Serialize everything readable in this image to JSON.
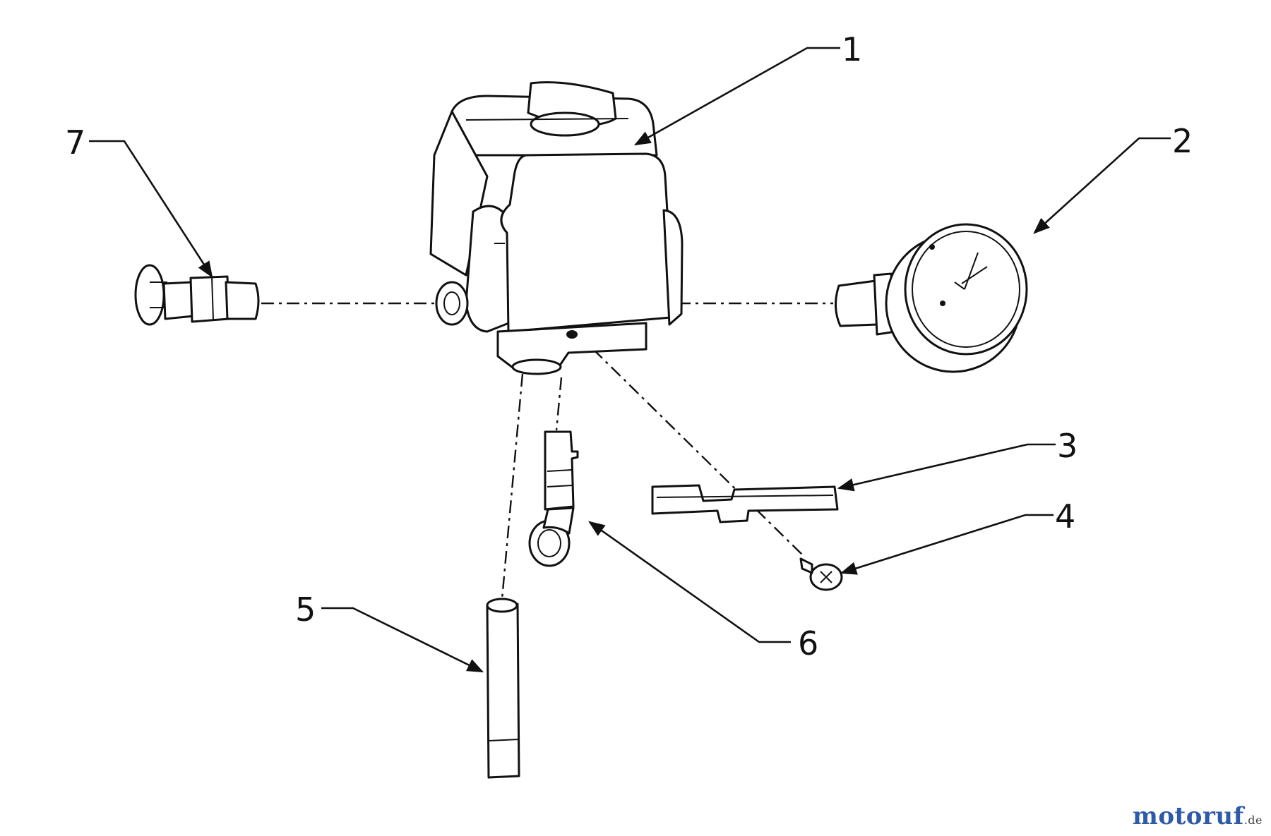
{
  "callouts": [
    "1",
    "2",
    "3",
    "4",
    "5",
    "6",
    "7"
  ],
  "watermark": {
    "text": "motoruf",
    "suffix": ".de",
    "color": "#2e5aa8"
  }
}
